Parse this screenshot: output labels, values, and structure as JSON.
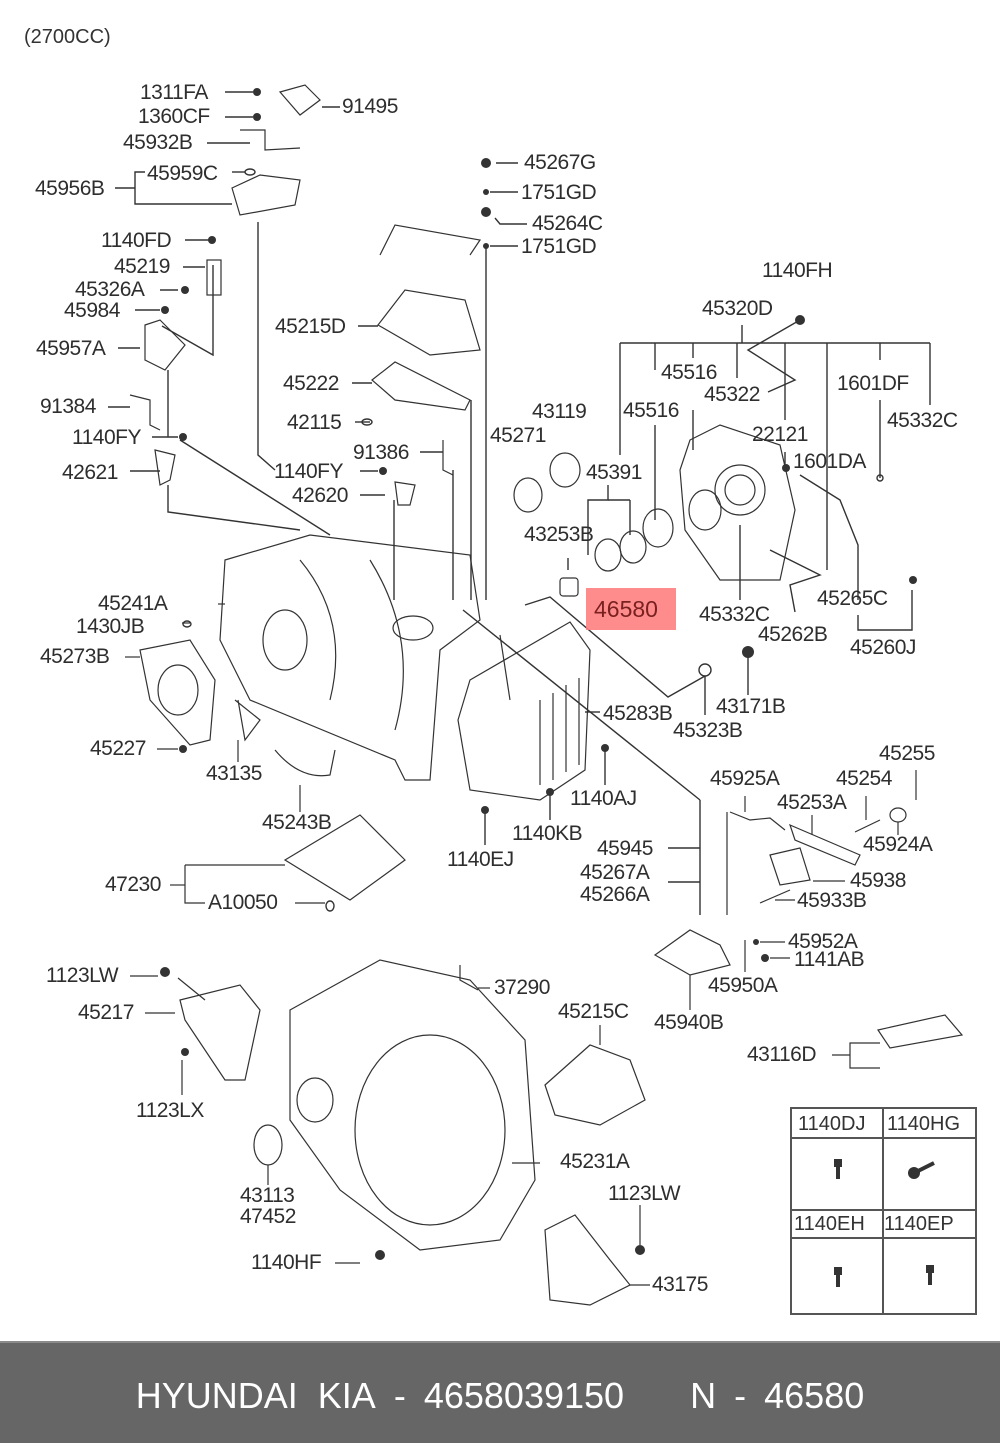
{
  "header": {
    "engine_note": "(2700CC)"
  },
  "highlighted_part": {
    "number": "46580",
    "color": "#ff8080"
  },
  "callouts": {
    "c1311FA": "1311FA",
    "c1360CF": "1360CF",
    "c91495": "91495",
    "c45932B": "45932B",
    "c45959C": "45959C",
    "c45956B": "45956B",
    "c45267G": "45267G",
    "c1751GD_a": "1751GD",
    "c45264C": "45264C",
    "c1751GD_b": "1751GD",
    "c1140FD": "1140FD",
    "c45219": "45219",
    "c45326A": "45326A",
    "c45984": "45984",
    "c45957A": "45957A",
    "c45215D": "45215D",
    "c45222": "45222",
    "c42115": "42115",
    "c91384": "91384",
    "c1140FY_a": "1140FY",
    "c42621": "42621",
    "c91386": "91386",
    "c1140FY_b": "1140FY",
    "c42620": "42620",
    "c1140FH": "1140FH",
    "c45320D": "45320D",
    "c45516_a": "45516",
    "c45322": "45322",
    "c1601DF": "1601DF",
    "c45516_b": "45516",
    "c45332C_a": "45332C",
    "c43119": "43119",
    "c45271": "45271",
    "c22121": "22121",
    "c45391": "45391",
    "c1601DA": "1601DA",
    "c43253B": "43253B",
    "c45332C_b": "45332C",
    "c45265C": "45265C",
    "c45262B": "45262B",
    "c45260J": "45260J",
    "c45241A": "45241A",
    "c1430JB": "1430JB",
    "c45273B": "45273B",
    "c43171B": "43171B",
    "c45283B": "45283B",
    "c45323B": "45323B",
    "c45227": "45227",
    "c43135": "43135",
    "c45255": "45255",
    "c45925A": "45925A",
    "c45254": "45254",
    "c45253A": "45253A",
    "c1140AJ": "1140AJ",
    "c45243B": "45243B",
    "c1140KB": "1140KB",
    "c45924A": "45924A",
    "c45945": "45945",
    "c1140EJ": "1140EJ",
    "c45938": "45938",
    "c45267A": "45267A",
    "c47230": "47230",
    "c45266A": "45266A",
    "c45933B": "45933B",
    "cA10050": "A10050",
    "c45952A": "45952A",
    "c1141AB": "1141AB",
    "c1123LW_a": "1123LW",
    "c37290": "37290",
    "c45950A": "45950A",
    "c45217": "45217",
    "c45215C": "45215C",
    "c45940B": "45940B",
    "c43116D": "43116D",
    "c1123LX": "1123LX",
    "c45231A": "45231A",
    "c43113": "43113",
    "c47452": "47452",
    "c1123LW_b": "1123LW",
    "c1140HF": "1140HF",
    "c43175": "43175"
  },
  "legend_table": {
    "cells": [
      {
        "label": "1140DJ",
        "icon": "bolt-icon"
      },
      {
        "label": "1140HG",
        "icon": "flange-bolt-icon"
      },
      {
        "label": "1140EH",
        "icon": "bolt-icon"
      },
      {
        "label": "1140EP",
        "icon": "bolt-icon"
      }
    ]
  },
  "footer": {
    "brand": "HYUNDAI  KIA",
    "sep1": "-",
    "part_number": "4658039150",
    "n_label": "N",
    "sep2": "-",
    "n_value": "46580"
  }
}
